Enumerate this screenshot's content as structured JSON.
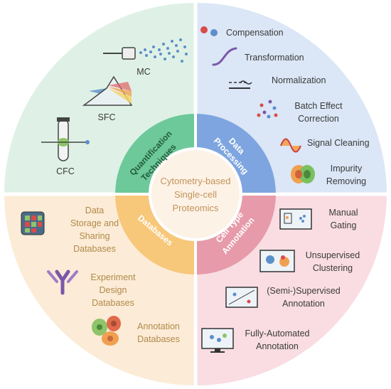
{
  "center": {
    "line1": "Cytometry-based",
    "line2": "Single-cell",
    "line3": "Proteomics"
  },
  "ring": {
    "quant": {
      "line1": "Quantification",
      "line2": "Techniques",
      "color": "#6dc99a"
    },
    "processing": {
      "line1": "Data",
      "line2": "Processing",
      "color": "#7ea5e0"
    },
    "databases": {
      "line1": "Databases",
      "color": "#f7c77a"
    },
    "annotation": {
      "line1": "Cell Type",
      "line2": "Annotation",
      "color": "#e79aa9"
    }
  },
  "quadrants": {
    "quant": {
      "bg": "#dff1e6",
      "items": {
        "mc": "MC",
        "sfc": "SFC",
        "cfc": "CFC"
      }
    },
    "processing": {
      "bg": "#dbe6f6",
      "items": {
        "compensation": "Compensation",
        "transformation": "Transformation",
        "normalization": "Normalization",
        "batch1": "Batch Effect",
        "batch2": "Correction",
        "signal": "Signal Cleaning",
        "impurity1": "Impurity",
        "impurity2": "Removing"
      }
    },
    "databases": {
      "bg": "#fcebd6",
      "items": {
        "storage1": "Data",
        "storage2": "Storage and",
        "storage3": "Sharing",
        "storage4": "Databases",
        "design1": "Experiment",
        "design2": "Design",
        "design3": "Databases",
        "anno1": "Annotation",
        "anno2": "Databases"
      }
    },
    "annotation": {
      "bg": "#f9dde3",
      "items": {
        "manual1": "Manual",
        "manual2": "Gating",
        "unsup1": "Unsupervised",
        "unsup2": "Clustering",
        "semi1": "(Semi-)Supervised",
        "semi2": "Annotation",
        "auto1": "Fully-Automated",
        "auto2": "Annotation"
      }
    }
  },
  "icons": {
    "mc": "mass-cytometer-icon",
    "sfc": "spectral-prism-icon",
    "cfc": "flow-tube-icon",
    "compensation": "dots-pair-icon",
    "transformation": "sigmoid-curve-icon",
    "normalization": "baseline-icon",
    "batch": "scattered-dots-icon",
    "signal": "signal-wave-icon",
    "impurity": "doublet-cell-icon",
    "storage": "database-grid-icon",
    "design": "antibody-icon",
    "anno_db": "cells-icon",
    "manual": "gating-plot-icon",
    "unsup": "cluster-plot-icon",
    "semi": "supervised-plot-icon",
    "auto": "monitor-plot-icon"
  }
}
